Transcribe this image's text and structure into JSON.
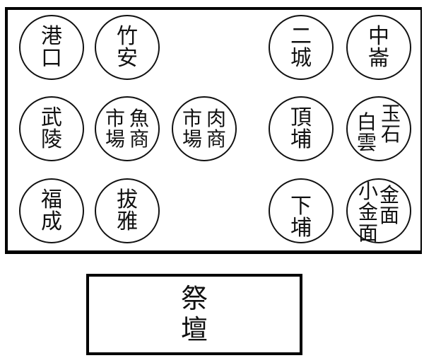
{
  "diagram": {
    "type": "seating-layout",
    "border_color": "#000000",
    "background": "#ffffff"
  },
  "seals": [
    {
      "id": "gangkou",
      "columns": [
        [
          "港",
          "口"
        ]
      ],
      "row": 1,
      "col": 1
    },
    {
      "id": "zhuan",
      "columns": [
        [
          "竹",
          "安"
        ]
      ],
      "row": 1,
      "col": 2
    },
    {
      "id": "ercheng",
      "columns": [
        [
          "二",
          "城"
        ]
      ],
      "row": 1,
      "col": 4
    },
    {
      "id": "zhonglun",
      "columns": [
        [
          "中",
          "崙"
        ]
      ],
      "row": 1,
      "col": 5
    },
    {
      "id": "wuling",
      "columns": [
        [
          "武",
          "陵"
        ]
      ],
      "row": 2,
      "col": 1
    },
    {
      "id": "fish-market",
      "columns": [
        [
          "魚",
          "商"
        ],
        [
          "市",
          "場"
        ]
      ],
      "row": 2,
      "col": 2
    },
    {
      "id": "meat-market",
      "columns": [
        [
          "肉",
          "商"
        ],
        [
          "市",
          "場"
        ]
      ],
      "row": 2,
      "col": 3
    },
    {
      "id": "dingpu",
      "columns": [
        [
          "頂",
          "埔"
        ]
      ],
      "row": 2,
      "col": 4
    },
    {
      "id": "yushi-baiyun",
      "columns": [
        [
          "玉",
          "石"
        ],
        [
          "白",
          "雲"
        ]
      ],
      "row": 2,
      "col": 5
    },
    {
      "id": "fucheng",
      "columns": [
        [
          "福",
          "成"
        ]
      ],
      "row": 3,
      "col": 1
    },
    {
      "id": "baya",
      "columns": [
        [
          "拔",
          "雅"
        ]
      ],
      "row": 3,
      "col": 2
    },
    {
      "id": "xiapu",
      "columns": [
        [
          "下",
          "埔"
        ]
      ],
      "row": 3,
      "col": 4
    },
    {
      "id": "jinmian",
      "columns": [
        [
          "金",
          "面"
        ],
        [
          "小",
          "金",
          "面"
        ]
      ],
      "row": 3,
      "col": 5
    }
  ],
  "labels": {
    "gangkou": {
      "c0": "港",
      "c1": "口"
    },
    "zhuan": {
      "c0": "竹",
      "c1": "安"
    },
    "ercheng": {
      "c0": "二",
      "c1": "城"
    },
    "zhonglun": {
      "c0": "中",
      "c1": "崙"
    },
    "wuling": {
      "c0": "武",
      "c1": "陵"
    },
    "fish_market": {
      "right0": "魚",
      "right1": "商",
      "left0": "市",
      "left1": "場"
    },
    "meat_market": {
      "right0": "肉",
      "right1": "商",
      "left0": "市",
      "left1": "場"
    },
    "dingpu": {
      "c0": "頂",
      "c1": "埔"
    },
    "yushi_baiyun": {
      "right0": "玉",
      "right1": "石",
      "left0": "白",
      "left1": "雲"
    },
    "fucheng": {
      "c0": "福",
      "c1": "成"
    },
    "baya": {
      "c0": "拔",
      "c1": "雅"
    },
    "xiapu": {
      "c0": "下",
      "c1": "埔"
    },
    "jinmian": {
      "right0": "金",
      "right1": "面",
      "left0": "小",
      "left1": "金",
      "left2": "面"
    }
  },
  "altar": {
    "c0": "祭",
    "c1": "壇"
  }
}
